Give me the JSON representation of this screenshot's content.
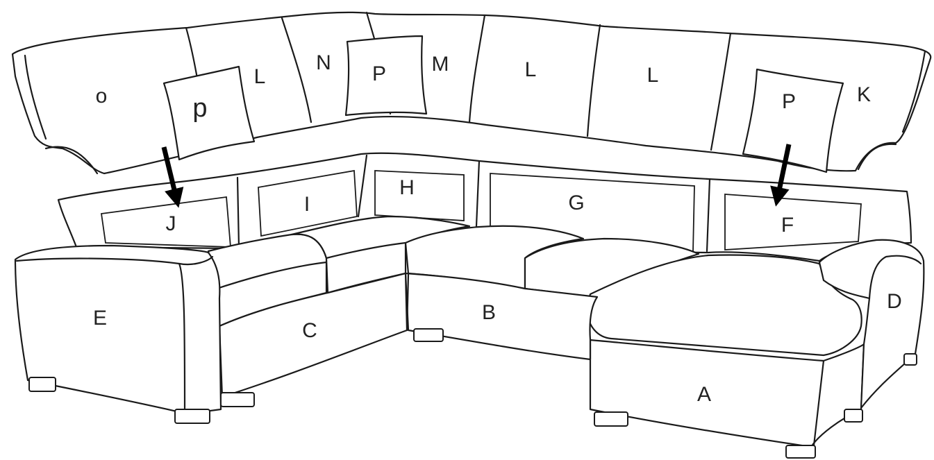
{
  "diagram": {
    "labels": {
      "o": "o",
      "p_left": "p",
      "l_1": "L",
      "n": "N",
      "p_mid": "P",
      "m": "M",
      "l_2": "L",
      "l_3": "L",
      "p_right": "P",
      "k": "K",
      "j": "J",
      "i": "I",
      "h": "H",
      "g": "G",
      "f": "F",
      "e": "E",
      "c": "C",
      "b": "B",
      "d": "D",
      "a": "A"
    },
    "colors": {
      "line": "#1a1a1a",
      "fill": "#ffffff",
      "arrow": "#000000"
    }
  }
}
